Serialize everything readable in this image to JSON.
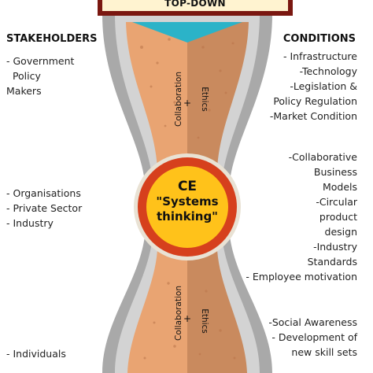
{
  "banner": {
    "label": "TOP-DOWN"
  },
  "stakeholders": {
    "heading": "STAKEHOLDERS",
    "group1": [
      "- Government",
      "  Policy",
      "Makers"
    ],
    "group2": [
      "- Organisations",
      "- Private Sector",
      "- Industry"
    ],
    "group3": [
      "- Individuals"
    ]
  },
  "conditions": {
    "heading": "CONDITIONS",
    "group1": [
      "- Infrastructure",
      "-Technology",
      "-Legislation &",
      "Policy Regulation",
      "-Market Condition"
    ],
    "group2": [
      "-Collaborative",
      "Business",
      "Models",
      "-Circular",
      "product",
      "design",
      "-Industry",
      "Standards",
      "- Employee motivation"
    ],
    "group3": [
      "-Social Awareness",
      "- Development of",
      "new skill sets"
    ]
  },
  "hourglass": {
    "upper_left_label": "Collaboration",
    "upper_right_label": "Ethics",
    "upper_plus": "+",
    "lower_left_label": "Collaboration",
    "lower_right_label": "Ethics",
    "lower_plus": "+"
  },
  "center": {
    "title": "CE",
    "subtitle_line1": "\"Systems",
    "subtitle_line2": "thinking\""
  },
  "colors": {
    "banner_border": "#7a1710",
    "banner_fill": "#fff3d0",
    "sand_light": "#e9a472",
    "sand_dark": "#c98a5e",
    "glass_grey": "#a9a9a9",
    "arrow_teal": "#2bb3c8",
    "circle_red": "#d6401d",
    "circle_yellow": "#ffc21a"
  }
}
